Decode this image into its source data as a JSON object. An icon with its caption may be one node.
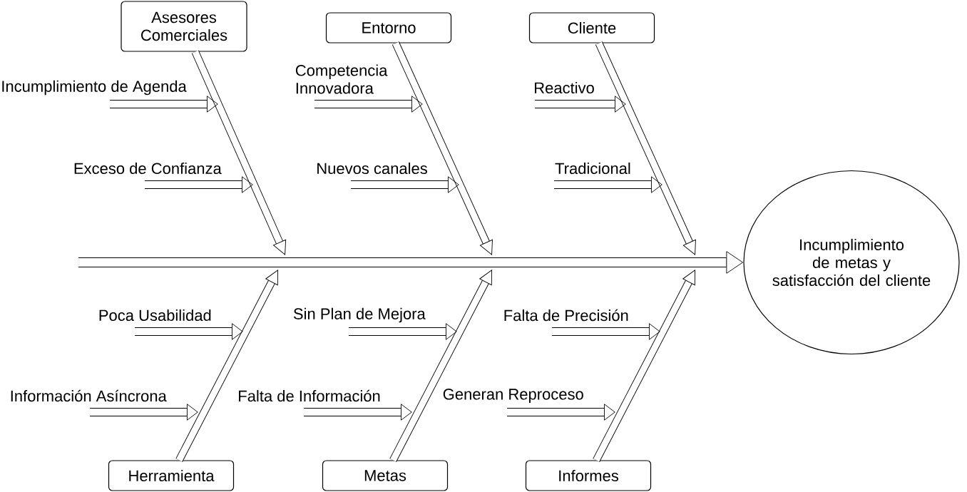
{
  "diagram": {
    "nodes": [
      {
        "text": [
          "Asesores Comerciales"
        ]
      },
      {
        "text": [
          "Entorno"
        ]
      },
      {
        "text": [
          "Cliente"
        ]
      },
      {
        "text": [
          "Incumplimiento de metas y satisfacción del cliente"
        ]
      },
      {
        "text": [
          "Herramienta"
        ]
      },
      {
        "text": [
          "Metas"
        ]
      },
      {
        "text": [
          "Informes"
        ]
      },
      {
        "text": [
          "Incumplimiento de Agenda"
        ]
      },
      {
        "text": [
          "Exceso de Confianza"
        ]
      },
      {
        "text": [
          "Competencia Innovadora"
        ]
      },
      {
        "text": [
          "Nuevos canales"
        ]
      },
      {
        "text": [
          "Reactivo"
        ]
      },
      {
        "text": [
          "Tradicional"
        ]
      },
      {
        "text": [
          "Poca Usabilidad"
        ]
      },
      {
        "text": [
          "Información Asíncrona"
        ]
      },
      {
        "text": [
          "Sin Plan de Mejora"
        ]
      },
      {
        "text": [
          "Falta de Información"
        ]
      },
      {
        "text": [
          "Falta de Precisión"
        ]
      },
      {
        "text": [
          "Generan Reproceso"
        ]
      }
    ],
    "edges": [
      {
        "from": null,
        "to": 3,
        "arrow": "to"
      },
      {
        "from": 0,
        "to": null,
        "arrow": "to"
      },
      {
        "from": 1,
        "to": null,
        "arrow": "to"
      },
      {
        "from": 2,
        "to": null,
        "arrow": "to"
      },
      {
        "from": 4,
        "to": null,
        "arrow": "to"
      },
      {
        "from": 5,
        "to": null,
        "arrow": "to"
      },
      {
        "from": 6,
        "to": null,
        "arrow": "to"
      },
      {
        "from": 7,
        "to": null,
        "arrow": "to"
      },
      {
        "from": 8,
        "to": null,
        "arrow": "to"
      },
      {
        "from": 9,
        "to": null,
        "arrow": "to"
      },
      {
        "from": 10,
        "to": null,
        "arrow": "to"
      },
      {
        "from": 11,
        "to": null,
        "arrow": "to"
      },
      {
        "from": 12,
        "to": null,
        "arrow": "to"
      },
      {
        "from": 13,
        "to": null,
        "arrow": "to"
      },
      {
        "from": 14,
        "to": null,
        "arrow": "to"
      },
      {
        "from": 15,
        "to": null,
        "arrow": "to"
      },
      {
        "from": 16,
        "to": null,
        "arrow": "to"
      },
      {
        "from": 17,
        "to": null,
        "arrow": "to"
      },
      {
        "from": 18,
        "to": null,
        "arrow": "to"
      }
    ]
  }
}
